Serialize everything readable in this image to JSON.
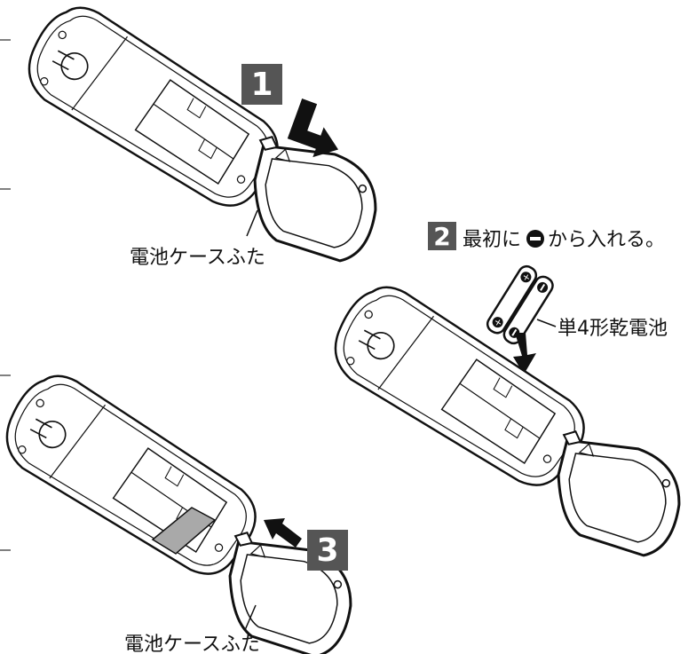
{
  "steps": [
    {
      "number": "1"
    },
    {
      "number": "2",
      "text_before": "最初に",
      "text_after": "から入れる。"
    },
    {
      "number": "3"
    }
  ],
  "labels": {
    "cover_top": "電池ケースふた",
    "cover_bottom": "電池ケースふた",
    "battery": "単4形乾電池"
  },
  "colors": {
    "step_badge": "#555555",
    "ink": "#111111",
    "battery_fill": "#a9a9a9"
  }
}
